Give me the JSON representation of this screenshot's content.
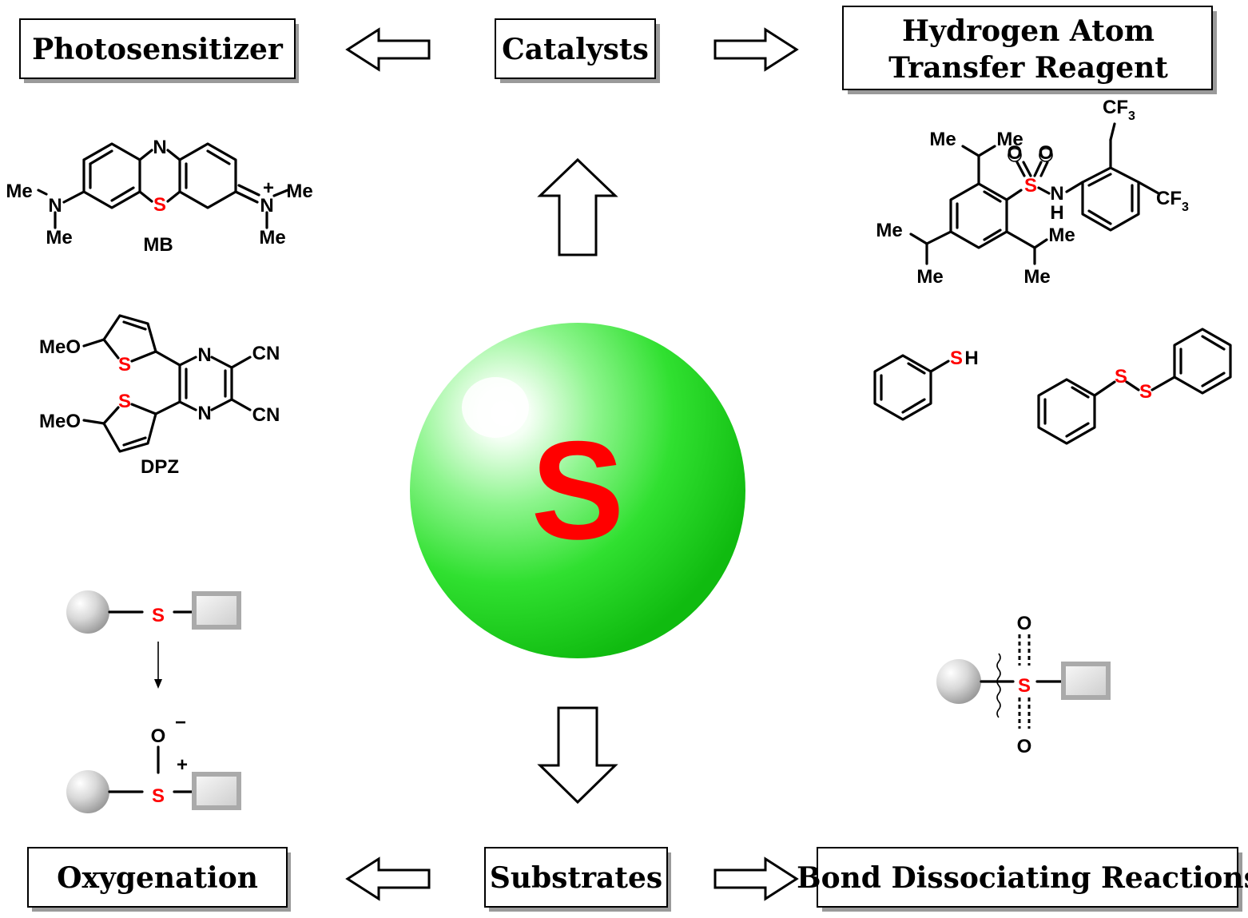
{
  "boxes": {
    "photosensitizer": "Photosensitizer",
    "catalysts": "Catalysts",
    "hat_line1": "Hydrogen Atom",
    "hat_line2": "Transfer Reagent",
    "oxygenation": "Oxygenation",
    "substrates": "Substrates",
    "bond_dissociating": "Bond Dissociating Reactions"
  },
  "center": {
    "symbol": "S",
    "sphere_color": "#22dd22",
    "symbol_color": "#ff0000"
  },
  "mb": {
    "label": "MB",
    "ring_n": "N",
    "ring_s": "S",
    "left_n": "N",
    "left_me_top": "Me",
    "left_me_bottom": "Me",
    "right_n": "N",
    "right_charge": "+",
    "right_me_top": "Me",
    "right_me_bottom": "Me"
  },
  "dpz": {
    "label": "DPZ",
    "meo_top": "MeO",
    "meo_bottom": "MeO",
    "s_top": "S",
    "s_bottom": "S",
    "n_top": "N",
    "n_bottom": "N",
    "cn_top": "CN",
    "cn_bottom": "CN"
  },
  "sulfonamide": {
    "cf3_top": "CF",
    "cf3_top_sub": "3",
    "cf3_right": "CF",
    "cf3_right_sub": "3",
    "me_1": "Me",
    "me_2": "Me",
    "me_3": "Me",
    "me_4": "Me",
    "me_5": "Me",
    "me_6": "Me",
    "o_left": "O",
    "o_right": "O",
    "s": "S",
    "n": "N",
    "h": "H"
  },
  "thiophenol": {
    "s": "S",
    "h": "H"
  },
  "disulfide": {
    "s1": "S",
    "s2": "S"
  },
  "oxygenation_scheme": {
    "s_top": "S",
    "s_bottom": "S",
    "o": "O",
    "minus": "−",
    "plus": "+"
  },
  "sulfone_scheme": {
    "s": "S",
    "o_top": "O",
    "o_bottom": "O"
  },
  "colors": {
    "heteroatom_s": "#ff0000",
    "arrow_fill": "#ffffff"
  }
}
